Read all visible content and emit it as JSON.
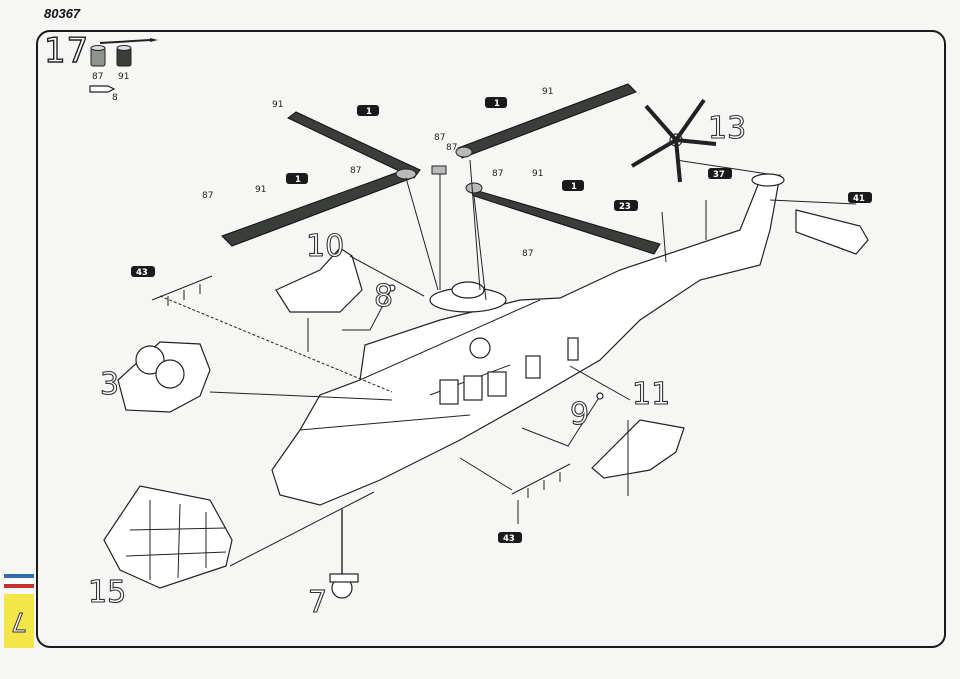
{
  "header": {
    "kit_number": "80367"
  },
  "step": {
    "number": "17",
    "paint_codes": [
      "87",
      "91"
    ],
    "glue_hint": "8"
  },
  "side_tab": {
    "page_number": "7",
    "stripe_colors": [
      "#2f6fb0",
      "#ffffff",
      "#c8302c"
    ]
  },
  "colors": {
    "pot_87": "#8f938f",
    "pot_91": "#3a3d3a",
    "tag": "#1a1a1a",
    "tab": "#f3e64a"
  },
  "paint_callouts": {
    "blade_left_top": [
      "91",
      "87"
    ],
    "blade_left_bottom": [
      "87",
      "91"
    ],
    "blade_right_top": [
      "91",
      "87"
    ],
    "blade_right_bottom": [
      "91",
      "87",
      "87"
    ],
    "hub": "87"
  },
  "part_tags": {
    "blade_a": "1",
    "blade_b": "1",
    "blade_c": "1",
    "blade_d": "1",
    "tail_step": "23",
    "tail_fin": "37",
    "exhaust": "41",
    "handrail_top": "43",
    "handrail_bottom": "43"
  },
  "subassemblies": {
    "tail_rotor": "13",
    "seat": "10",
    "seat_link": "8",
    "engine_intake": "3",
    "door": "11",
    "door_link": "9",
    "nose_gear": "7",
    "canopy": "15"
  }
}
